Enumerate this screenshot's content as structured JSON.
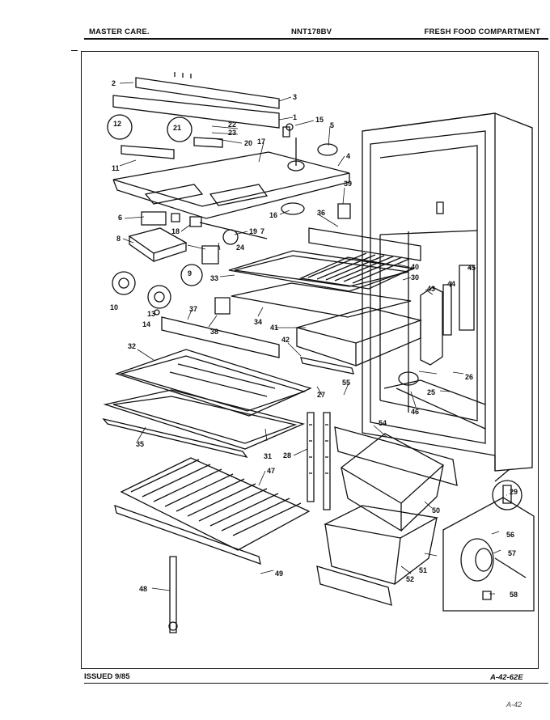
{
  "header": {
    "left": "MASTER CARE.",
    "center": "NNT178BV",
    "right": "FRESH FOOD COMPARTMENT"
  },
  "footer": {
    "issued": "ISSUED 9/85",
    "code": "A-42-62E",
    "note": "A-42"
  },
  "callouts": [
    "1",
    "2",
    "3",
    "4",
    "5",
    "6",
    "7",
    "8",
    "9",
    "10",
    "11",
    "12",
    "13",
    "14",
    "15",
    "16",
    "17",
    "18",
    "19",
    "20",
    "21",
    "22",
    "23",
    "24",
    "25",
    "26",
    "27",
    "28",
    "29",
    "30",
    "31",
    "32",
    "33",
    "34",
    "35",
    "36",
    "37",
    "38",
    "39",
    "40",
    "41",
    "42",
    "43",
    "44",
    "45",
    "46",
    "47",
    "48",
    "49",
    "50",
    "51",
    "52",
    "54",
    "55",
    "56",
    "57",
    "58"
  ]
}
